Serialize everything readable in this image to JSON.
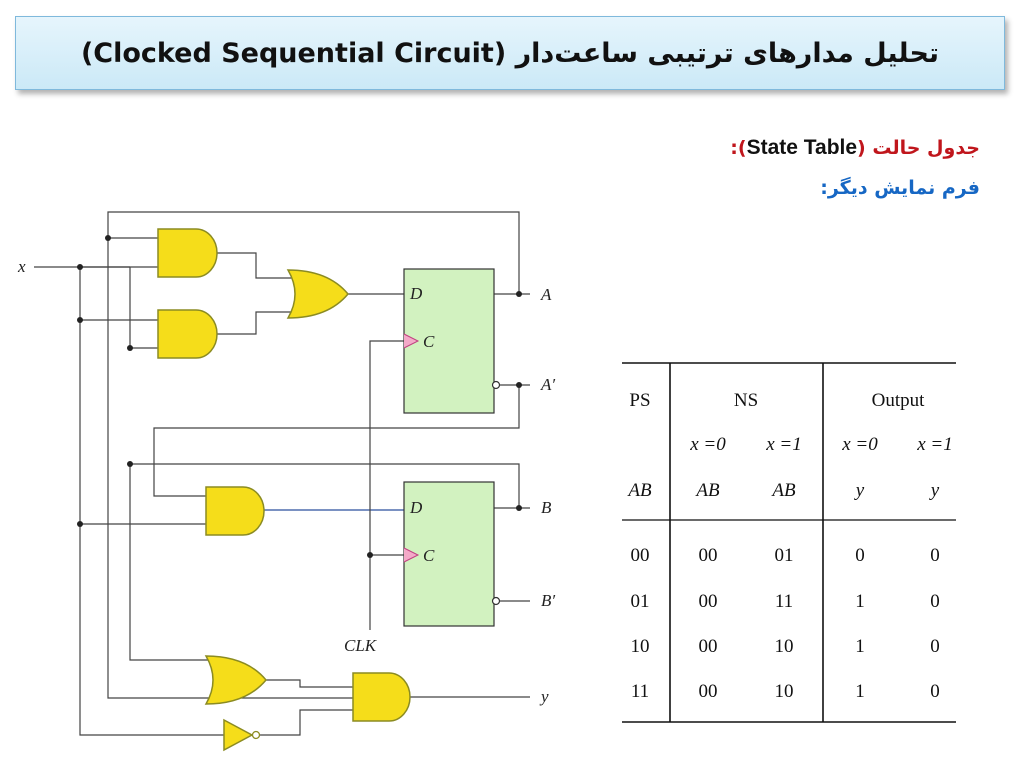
{
  "title": "تحلیل مدارهای ترتیبی ساعت‌دار (Clocked Sequential Circuit)",
  "subtitle": {
    "prefix": "جدول حالت (",
    "english": "State Table",
    "suffix": "):",
    "line2": "فرم نمایش دیگر:"
  },
  "circuit": {
    "input_label": "x",
    "clock_label": "CLK",
    "output_label": "y",
    "ff_a": {
      "d": "D",
      "c": "C",
      "q": "A",
      "qn": "A′"
    },
    "ff_b": {
      "d": "D",
      "c": "C",
      "q": "B",
      "qn": "B′"
    }
  },
  "state_table": {
    "headers": {
      "ps": "PS",
      "ns": "NS",
      "output": "Output"
    },
    "subheaders": [
      "x =0",
      "x =1",
      "x =0",
      "x =1"
    ],
    "vars": [
      "AB",
      "AB",
      "AB",
      "y",
      "y"
    ],
    "rows": [
      [
        "00",
        "00",
        "01",
        "0",
        "0"
      ],
      [
        "01",
        "00",
        "11",
        "1",
        "0"
      ],
      [
        "10",
        "00",
        "10",
        "1",
        "0"
      ],
      [
        "11",
        "00",
        "10",
        "1",
        "0"
      ]
    ]
  }
}
